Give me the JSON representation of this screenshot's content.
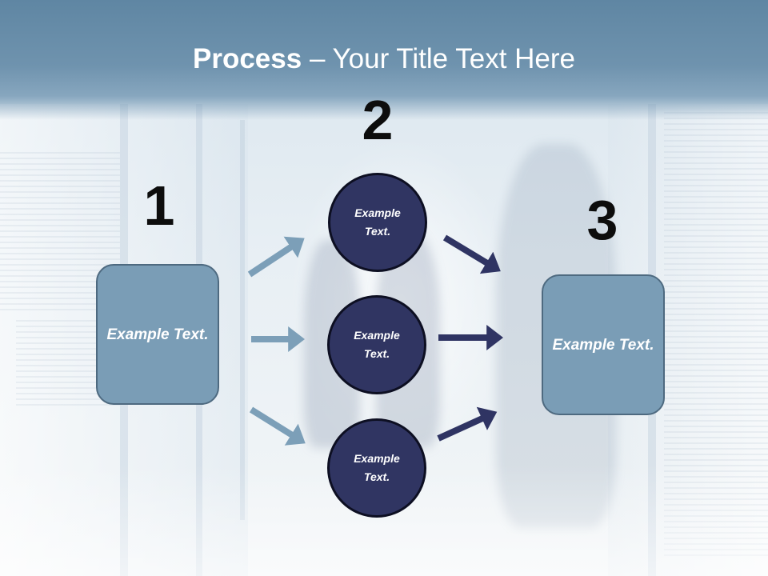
{
  "title": {
    "bold": "Process",
    "rest": " – Your Title Text Here"
  },
  "steps": {
    "one": "1",
    "two": "2",
    "three": "3"
  },
  "boxes": {
    "left": "Example Text.",
    "right": "Example Text."
  },
  "circles": {
    "top": "Example Text.",
    "middle": "Example Text.",
    "bottom": "Example Text."
  },
  "colors": {
    "header": "#6a8fab",
    "box_fill": "#7a9db6",
    "box_border": "#4e6a80",
    "circle_fill": "#303562",
    "arrow_light": "#7c9fb8",
    "arrow_dark": "#2f3463",
    "number_text": "#0d0d0d"
  }
}
